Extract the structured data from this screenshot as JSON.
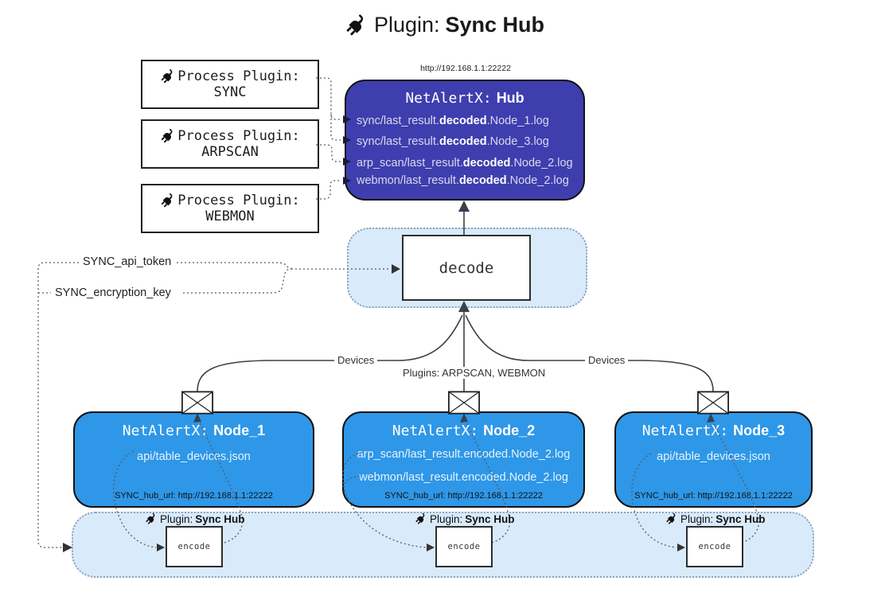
{
  "title": {
    "label": "Plugin:",
    "name": "Sync Hub"
  },
  "process_plugins": [
    {
      "label": "Process Plugin:",
      "name": "SYNC"
    },
    {
      "label": "Process Plugin:",
      "name": "ARPSCAN"
    },
    {
      "label": "Process Plugin:",
      "name": "WEBMON"
    }
  ],
  "hub": {
    "url": "http://192.168.1.1:22222",
    "title_prefix": "NetAlertX:",
    "title_name": "Hub",
    "files": [
      {
        "pre": "sync/last_result.",
        "mid": "decoded",
        "post": ".Node_1.log"
      },
      {
        "pre": "sync/last_result.",
        "mid": "decoded",
        "post": ".Node_3.log"
      },
      {
        "pre": "arp_scan/last_result.",
        "mid": "decoded",
        "post": ".Node_2.log"
      },
      {
        "pre": "webmon/last_result.",
        "mid": "decoded",
        "post": ".Node_2.log"
      }
    ]
  },
  "decode_label": "decode",
  "encode_label": "encode",
  "settings": {
    "api_token": "SYNC_api_token",
    "encryption_key": "SYNC_encryption_key"
  },
  "edge_labels": {
    "left": "Devices",
    "center": "Plugins: ARPSCAN, WEBMON",
    "right": "Devices"
  },
  "nodes": [
    {
      "title_prefix": "NetAlertX:",
      "title_name": "Node_1",
      "files": [
        "api/table_devices.json"
      ],
      "hub_url": "SYNC_hub_url: http://192.168.1.1:22222"
    },
    {
      "title_prefix": "NetAlertX:",
      "title_name": "Node_2",
      "files": [
        "arp_scan/last_result.encoded.Node_2.log",
        "webmon/last_result.encoded.Node_2.log"
      ],
      "hub_url": "SYNC_hub_url: http://192.168.1.1:22222"
    },
    {
      "title_prefix": "NetAlertX:",
      "title_name": "Node_3",
      "files": [
        "api/table_devices.json"
      ],
      "hub_url": "SYNC_hub_url: http://192.168.1.1:22222"
    }
  ],
  "sync_plugin_label": {
    "label": "Plugin:",
    "name": "Sync Hub"
  },
  "colors": {
    "hub_fill": "#3e3eae",
    "node_fill": "#2e97e8",
    "zone_fill": "#d9eafb",
    "line": "#404040",
    "arrow_dark": "#374151"
  }
}
